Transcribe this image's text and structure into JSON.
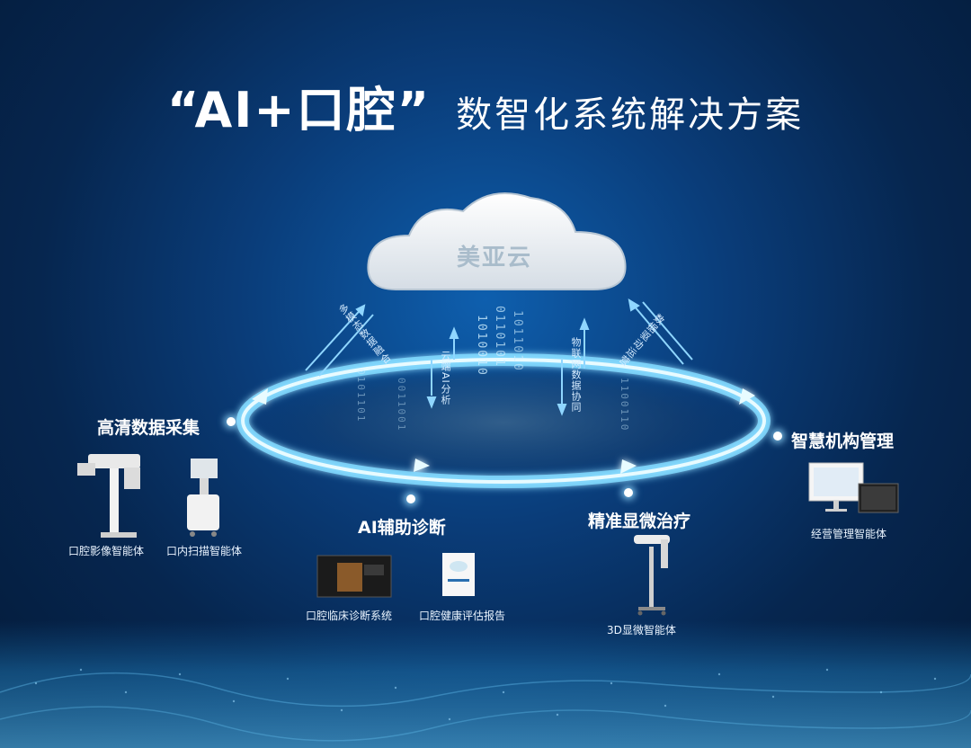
{
  "title": {
    "main": "“AI+口腔”",
    "sub": "数智化系统解决方案"
  },
  "cloud": {
    "label": "美亚云"
  },
  "flows": [
    {
      "label": "多模态数据融合"
    },
    {
      "label": "云端AI分析"
    },
    {
      "label": "物联网数据协同"
    },
    {
      "label": "数据驱动运营"
    }
  ],
  "sections": {
    "hd_capture": {
      "title": "高清数据采集",
      "items": [
        "口腔影像智能体",
        "口内扫描智能体"
      ]
    },
    "ai_diag": {
      "title": "AI辅助诊断",
      "items": [
        "口腔临床诊断系统",
        "口腔健康评估报告"
      ]
    },
    "micro": {
      "title": "精准显微治疗",
      "items": [
        "3D显微智能体"
      ]
    },
    "mgmt": {
      "title": "智慧机构管理",
      "items": [
        "经营管理智能体"
      ]
    }
  },
  "binary_streams": [
    "1010010",
    "0110101",
    "1011010",
    "0101101",
    "1100110",
    "0011001"
  ],
  "colors": {
    "ring": "#7fd9ff",
    "background": "#0a3d7a",
    "cloud": "#eef2f6"
  }
}
